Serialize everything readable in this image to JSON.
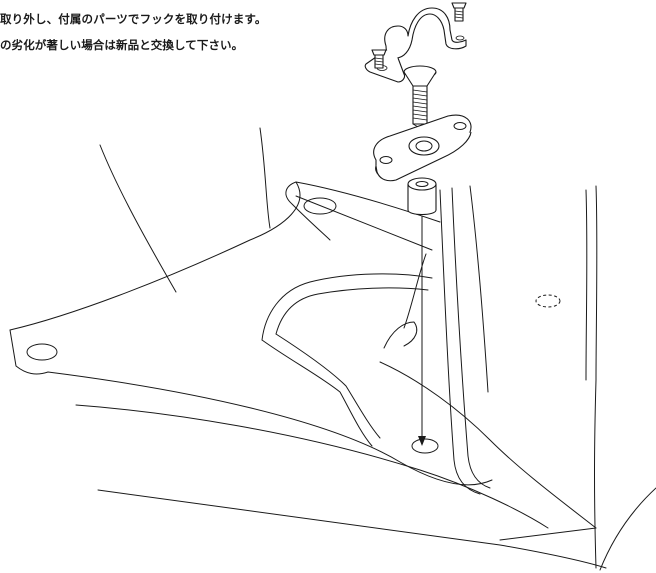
{
  "instructions": {
    "line1": "取り外し、付属のパーツでフックを取り付けます。",
    "line2": "の劣化が著しい場合は新品と交換して下さい。"
  },
  "colors": {
    "ink": "#1a1a1a",
    "paper": "#ffffff"
  },
  "parts": [
    "hook",
    "small-screw",
    "long-bolt",
    "mounting-plate",
    "spacer-collar"
  ]
}
